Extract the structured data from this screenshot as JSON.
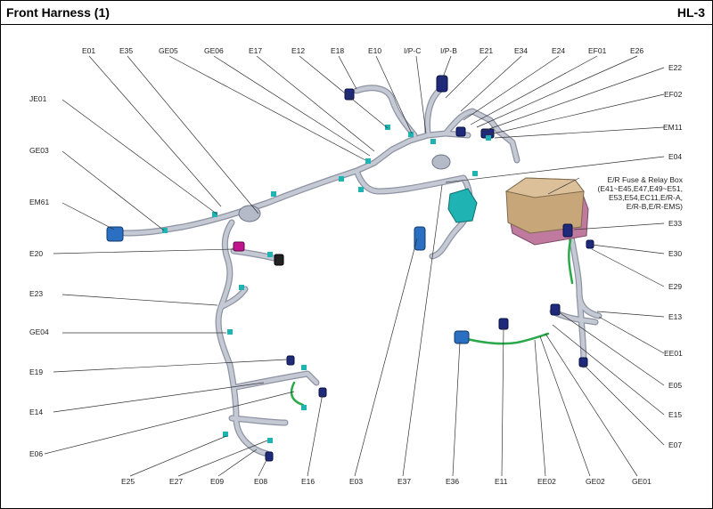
{
  "header": {
    "title": "Front Harness (1)",
    "code": "HL-3"
  },
  "colors": {
    "harness": "#c5c9d4",
    "harness_edge": "#8d93a3",
    "connector_blue": "#2a6fc2",
    "connector_navy": "#1f2a7a",
    "connector_teal": "#1fb3b3",
    "connector_magenta": "#c0148c",
    "fuse_box": "#c7a77a",
    "fuse_box_bracket": "#c07aa0",
    "green_wire": "#2aa84a",
    "leader": "#333333"
  },
  "callouts": {
    "E01": "E01",
    "E35": "E35",
    "GE05": "GE05",
    "GE06": "GE06",
    "E17": "E17",
    "E12": "E12",
    "E18": "E18",
    "E10": "E10",
    "IPC": "I/P-C",
    "IPB": "I/P-B",
    "E21": "E21",
    "E34": "E34",
    "E24": "E24",
    "EF01": "EF01",
    "E26": "E26",
    "E22": "E22",
    "EF02": "EF02",
    "EM11": "EM11",
    "E04": "E04",
    "JE01": "JE01",
    "GE03": "GE03",
    "EM61": "EM61",
    "E20": "E20",
    "E23": "E23",
    "GE04": "GE04",
    "E19": "E19",
    "E14": "E14",
    "E06": "E06",
    "E25": "E25",
    "E27": "E27",
    "E09": "E09",
    "E08": "E08",
    "E16": "E16",
    "E03": "E03",
    "E37": "E37",
    "E36": "E36",
    "E11": "E11",
    "EE02": "EE02",
    "GE02": "GE02",
    "GE01": "GE01",
    "E33": "E33",
    "E30": "E30",
    "E29": "E29",
    "E13": "E13",
    "EE01": "EE01",
    "E05": "E05",
    "E15": "E15",
    "E07": "E07"
  },
  "fuse_box_label": {
    "line1": "E/R Fuse & Relay Box",
    "line2": "(E41~E45,E47,E49~E51,",
    "line3": "E53,E54,EC11,E/R-A,",
    "line4": "E/R-B,E/R-EMS)"
  }
}
